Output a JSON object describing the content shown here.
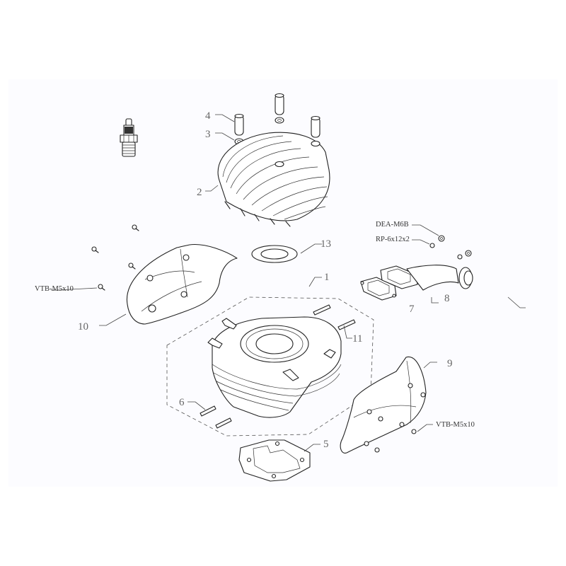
{
  "diagram": {
    "type": "exploded-parts-view",
    "subject": "cylinder and cylinder head assembly",
    "background": "#fcfcff",
    "line_color": "#222222",
    "label_color": "#666666"
  },
  "labels": {
    "p1": "1",
    "p2": "2",
    "p3": "3",
    "p4": "4",
    "p5": "5",
    "p6": "6",
    "p7": "7",
    "p8": "8",
    "p9": "9",
    "p10": "10",
    "p11": "11",
    "p13": "13",
    "dea": "DEA-M6B",
    "rp": "RP-6x12x2",
    "vtb_left": "VTB-M5x10",
    "vtb_right": "VTB-M5x10"
  },
  "parts": [
    {
      "ref": "1",
      "name": "cylinder (group)"
    },
    {
      "ref": "2",
      "name": "cylinder head"
    },
    {
      "ref": "3",
      "name": "washer"
    },
    {
      "ref": "4",
      "name": "sleeve nut"
    },
    {
      "ref": "5",
      "name": "base gasket"
    },
    {
      "ref": "6",
      "name": "stud"
    },
    {
      "ref": "7",
      "name": "exhaust gasket"
    },
    {
      "ref": "8",
      "name": "exhaust manifold"
    },
    {
      "ref": "9",
      "name": "right cylinder cover"
    },
    {
      "ref": "10",
      "name": "left cylinder cover"
    },
    {
      "ref": "11",
      "name": "stud"
    },
    {
      "ref": "13",
      "name": "head gasket"
    },
    {
      "ref": "DEA-M6B",
      "name": "nut"
    },
    {
      "ref": "RP-6x12x2",
      "name": "washer"
    },
    {
      "ref": "VTB-M5x10",
      "name": "screw"
    }
  ]
}
